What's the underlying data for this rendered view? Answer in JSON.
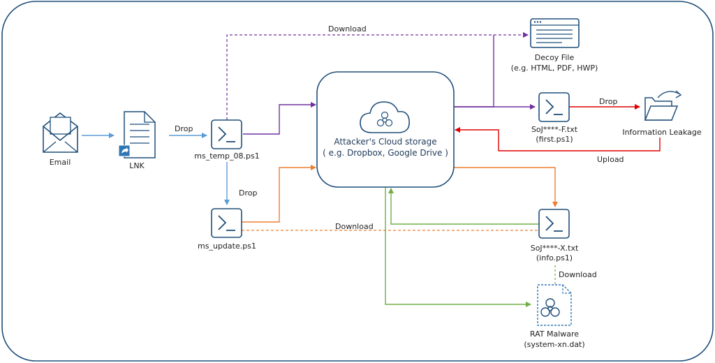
{
  "colors": {
    "blue": "#1f4e79",
    "arrow_blue": "#5b9bd5",
    "purple": "#7030a0",
    "orange": "#ed7d31",
    "green": "#70ad47",
    "red": "#e00000",
    "border": "#1f4e79"
  },
  "nodes": {
    "email": {
      "label": "Email",
      "icon": "envelope-icon"
    },
    "lnk": {
      "label": "LNK",
      "icon": "shortcut-file-icon"
    },
    "ms_temp": {
      "label": "ms_temp_08.ps1",
      "icon": "powershell-icon"
    },
    "ms_update": {
      "label": "ms_update.ps1",
      "icon": "powershell-icon"
    },
    "cloud": {
      "title": "Attacker's Cloud storage",
      "subtitle": "( e.g. Dropbox, Google Drive  )",
      "icon": "biohazard-cloud-icon"
    },
    "decoy": {
      "label": "Decoy File",
      "sublabel": "(e.g. HTML, PDF, HWP)",
      "icon": "document-window-icon"
    },
    "first": {
      "label": "SoJ****-F.txt",
      "sublabel": "(first.ps1)",
      "icon": "powershell-icon"
    },
    "leakage": {
      "label": "Information Leakage",
      "icon": "open-folder-icon"
    },
    "info": {
      "label": "SoJ****-X.txt",
      "sublabel": "(info.ps1)",
      "icon": "powershell-icon"
    },
    "rat": {
      "label": "RAT Malware",
      "sublabel": "(system-xn.dat)",
      "icon": "biohazard-file-icon"
    }
  },
  "edge_labels": {
    "drop_lnk_to_temp": "Drop",
    "drop_temp_to_update": "Drop",
    "download_decoy": "Download",
    "download_update": "Download",
    "drop_leakage": "Drop",
    "upload": "Upload",
    "download_rat": "Download"
  }
}
